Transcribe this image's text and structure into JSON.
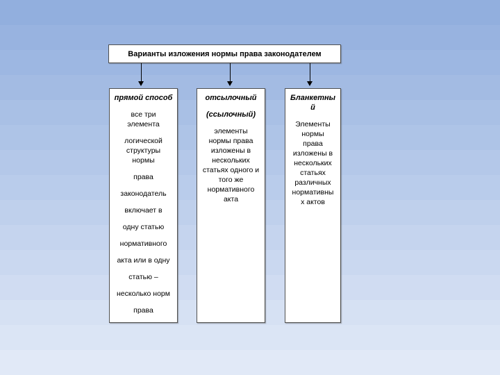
{
  "colors": {
    "gradient-top": "#92afde",
    "gradient-bottom": "#e1e9f7",
    "box-fill": "#ffffff",
    "box-border": "#4f4f4f",
    "text": "#000000",
    "arrow": "#000000"
  },
  "diagram": {
    "title": "Варианты изложения нормы права законодателем",
    "boxes": [
      {
        "id": "direct-method",
        "headings": [
          "прямой способ"
        ],
        "paragraphs": [
          "все  три\nэлемента",
          "логической\nструктуры\nнормы",
          "права",
          "законодатель",
          "включает  в",
          "одну статью",
          "нормативного",
          "акта или в одну",
          "статью –",
          "несколько норм",
          "права"
        ]
      },
      {
        "id": "reference-method",
        "headings": [
          "отсылочный",
          "(ссылочный)"
        ],
        "paragraphs": [
          "элементы\nнормы права\nизложены в\nнескольких\nстатьях одного и\nтого же\nнормативного\nакта"
        ]
      },
      {
        "id": "blanket-method",
        "headings": [
          "Бланкетны\nй"
        ],
        "paragraphs": [
          "Элементы\nнормы\nправа\nизложены в\nнескольких\nстатьях\nразличных\nнормативны\nх актов"
        ]
      }
    ]
  }
}
